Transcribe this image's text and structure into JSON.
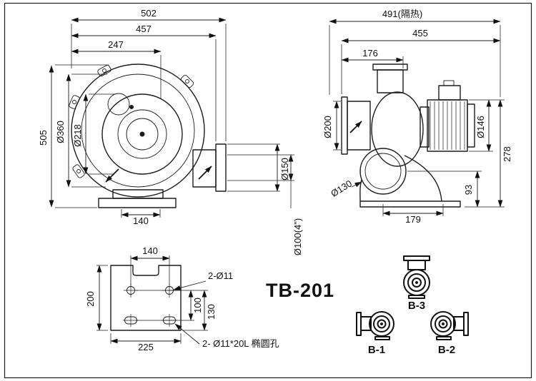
{
  "model": "TB-201",
  "front": {
    "w502": "502",
    "w457": "457",
    "w247": "247",
    "h505": "505",
    "d360": "Ø360",
    "d218": "Ø218",
    "base140": "140",
    "d150": "Ø150",
    "d100": "Ø100(4\")"
  },
  "side": {
    "w491": "491(隔热)",
    "w455": "455",
    "w176": "176",
    "d200": "Ø200",
    "d146": "Ø146",
    "h278": "278",
    "h93": "93",
    "d130": "Ø130",
    "base179": "179"
  },
  "base": {
    "w140": "140",
    "h200": "200",
    "w225": "225",
    "p100": "100",
    "p130": "130",
    "holes": "2-Ø11",
    "slots": "2- Ø11*20L 椭圆孔"
  },
  "views": {
    "b1": "B-1",
    "b2": "B-2",
    "b3": "B-3"
  }
}
